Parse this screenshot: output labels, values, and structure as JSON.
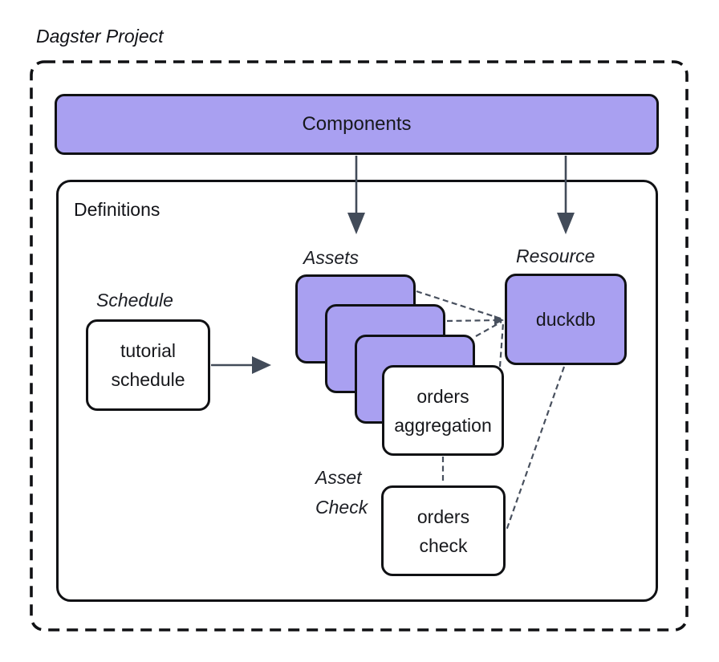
{
  "title": "Dagster Project",
  "colors": {
    "node_fill_purple": "#A9A0F1",
    "outline_black": "#101114",
    "arrow_gray": "#424B59",
    "connector_gray": "#48505E",
    "text_dark": "#17181C"
  },
  "components": {
    "label": "Components"
  },
  "definitions": {
    "label": "Definitions"
  },
  "schedule": {
    "group_label": "Schedule",
    "node_label": "tutorial\nschedule"
  },
  "assets": {
    "group_label": "Assets",
    "orders_aggregation_label": "orders\naggregation"
  },
  "asset_check": {
    "group_label": "Asset\nCheck",
    "orders_check_label": "orders\ncheck"
  },
  "resource": {
    "group_label": "Resource",
    "duckdb_label": "duckdb"
  }
}
